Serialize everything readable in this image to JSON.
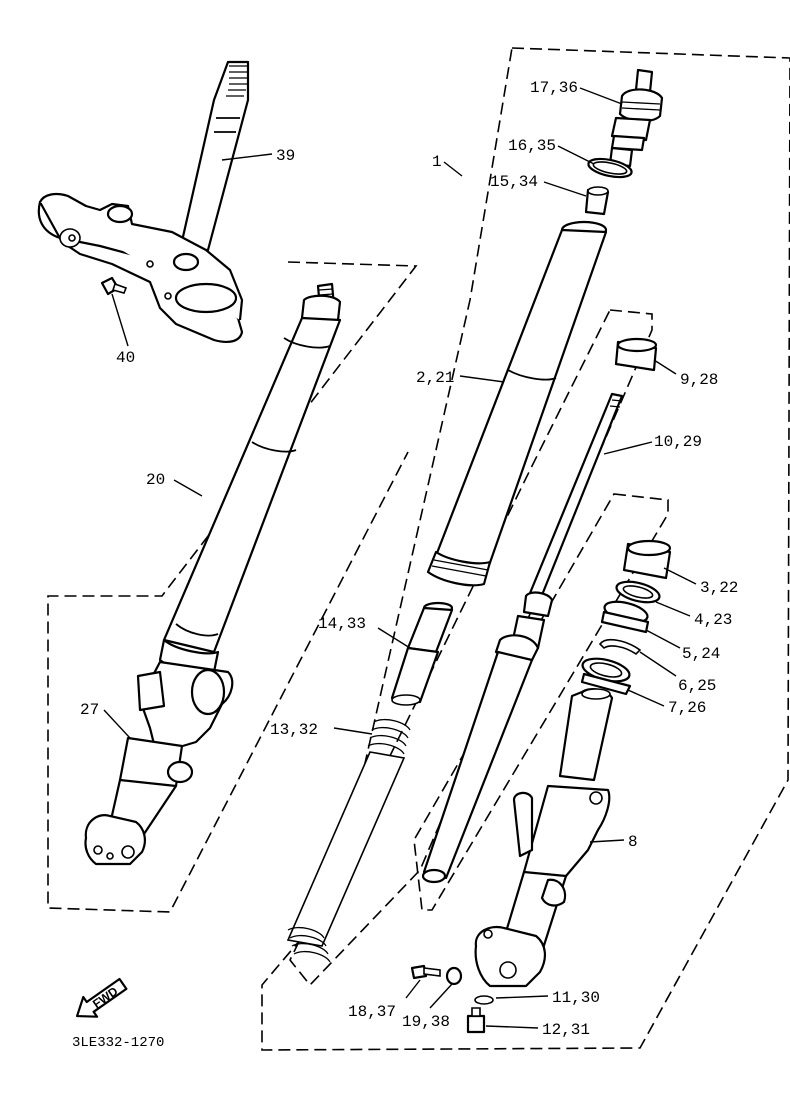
{
  "callouts": [
    {
      "id": "39",
      "text": "39"
    },
    {
      "id": "40",
      "text": "40"
    },
    {
      "id": "20",
      "text": "20"
    },
    {
      "id": "27",
      "text": "27"
    },
    {
      "id": "1",
      "text": "1"
    },
    {
      "id": "17_36",
      "text": "17,36"
    },
    {
      "id": "16_35",
      "text": "16,35"
    },
    {
      "id": "15_34",
      "text": "15,34"
    },
    {
      "id": "2_21",
      "text": "2,21"
    },
    {
      "id": "9_28",
      "text": "9,28"
    },
    {
      "id": "10_29",
      "text": "10,29"
    },
    {
      "id": "3_22",
      "text": "3,22"
    },
    {
      "id": "4_23",
      "text": "4,23"
    },
    {
      "id": "5_24",
      "text": "5,24"
    },
    {
      "id": "6_25",
      "text": "6,25"
    },
    {
      "id": "7_26",
      "text": "7,26"
    },
    {
      "id": "14_33",
      "text": "14,33"
    },
    {
      "id": "13_32",
      "text": "13,32"
    },
    {
      "id": "8",
      "text": "8"
    },
    {
      "id": "11_30",
      "text": "11,30"
    },
    {
      "id": "18_37",
      "text": "18,37"
    },
    {
      "id": "19_38",
      "text": "19,38"
    },
    {
      "id": "12_31",
      "text": "12,31"
    }
  ],
  "fwd_badge": "FWD",
  "drawing_code": "3LE332-1270"
}
